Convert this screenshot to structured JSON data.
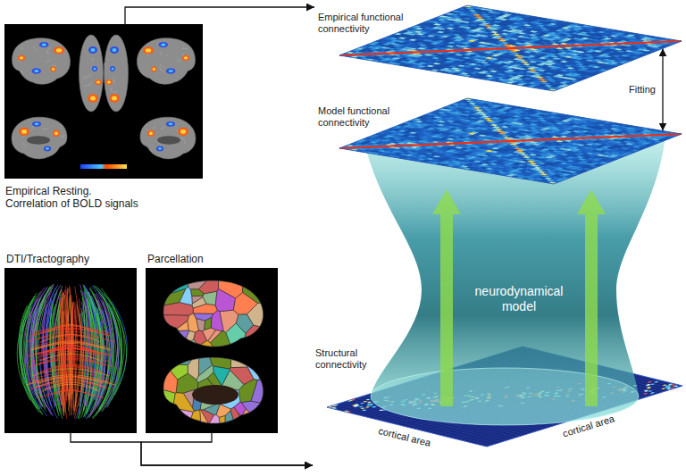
{
  "diagram": {
    "nodes": [
      {
        "text": [
          "Empirical Resting. Correlation of BOLD signals"
        ]
      },
      {
        "text": [
          "DTI/Tractography"
        ]
      },
      {
        "text": [
          "Parcellation"
        ]
      },
      {
        "text": [
          "Empirical functional connectivity"
        ]
      },
      {
        "text": [
          "Model functional connectivity"
        ]
      },
      {
        "text": [
          "neurodynamical model"
        ]
      },
      {
        "text": [
          "Structural connectivity"
        ]
      }
    ],
    "edges": [
      {
        "from": 0,
        "to": 3,
        "arrow": "to"
      },
      {
        "from": 3,
        "to": 4,
        "label": "Fitting",
        "arrow": "both"
      },
      {
        "from": 1,
        "to": 6,
        "arrow": "to"
      },
      {
        "from": 2,
        "to": 6,
        "arrow": "to"
      }
    ],
    "labels": [
      "cortical area",
      "cortical area"
    ]
  }
}
